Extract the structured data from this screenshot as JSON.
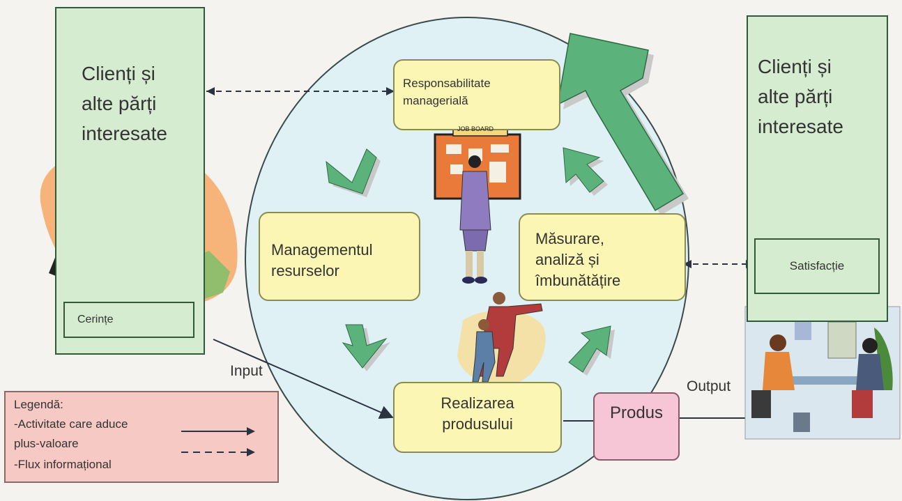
{
  "left_panel": {
    "title_lines": [
      "Clienți și",
      "alte părți",
      "interesate"
    ],
    "box_label": "Cerințe"
  },
  "right_panel": {
    "title_lines": [
      "Clienți și",
      "alte părți",
      "interesate"
    ],
    "box_label": "Satisfacție"
  },
  "cycle": {
    "top_box_lines": [
      "Responsabilitate",
      "managerială"
    ],
    "left_box_lines": [
      "Managementul",
      "resurselor"
    ],
    "right_box_lines": [
      "Măsurare,",
      "analiză și",
      "îmbunătățire"
    ],
    "bottom_box_lines": [
      "Realizarea",
      "produsului"
    ]
  },
  "produs_label": "Produs",
  "input_label": "Input",
  "output_label": "Output",
  "job_board_label": "JOB BOARD",
  "legend": {
    "title": "Legendă:",
    "line1": "-Activitate care aduce",
    "line2": "plus-valoare",
    "line3": "-Flux informațional"
  },
  "colors": {
    "panel_green": "#d6ecd0",
    "circle_fill": "#dff1f4",
    "box_yellow": "#fbf6b4",
    "arrow_green": "#5bb27a",
    "legend_pink": "#f7c9c4",
    "produs_pink": "#f6c6d6"
  }
}
